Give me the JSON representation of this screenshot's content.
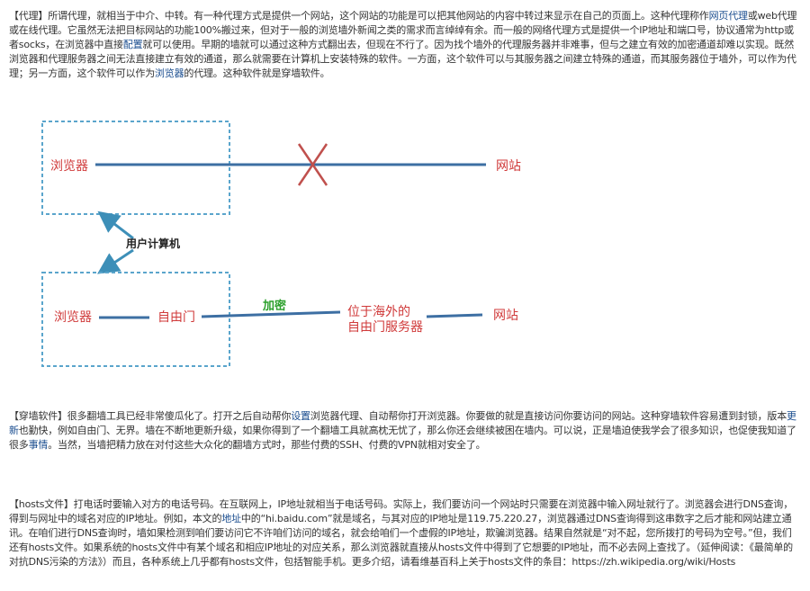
{
  "sections": {
    "proxy": {
      "parts": [
        "【代理】所谓代理，就相当于中介、中转。有一种代理方式是提供一个网站，这个网站的功能是可以把其他网站的内容中转过来显示在自己的页面上。这种代理称作",
        "网页代理",
        "或web代理或在线代理。它虽然无法把目标网站的功能100%搬过来，但对于一般的浏览墙外新闻之类的需求而言绰绰有余。而一般的网络代理方式是提供一个IP地址和端口号，协议通常为http或者socks，在浏览器中直接",
        "配置",
        "就可以使用。早期的墙就可以通过这种方式翻出去，但现在不行了。因为找个墙外的代理服务器并非难事，但与之建立有效的加密通道却难以实现。既然浏览器和代理服务器之间无法直接建立有效的通道，那么就需要在计算机上安装特殊的软件。一方面，这个软件可以与其服务器之间建立特殊的通道，而其服务器位于墙外，可以作为代理；另一方面，这个软件可以作为",
        "浏览器",
        "的代理。这种软件就是穿墙软件。"
      ]
    },
    "diagram": {
      "top_browser": "浏览器",
      "top_site": "网站",
      "user_computer": "用户计算机",
      "bottom_browser": "浏览器",
      "freegate": "自由门",
      "encrypted": "加密",
      "server_line1": "位于海外的",
      "server_line2": "自由门服务器",
      "bottom_site": "网站"
    },
    "circumvention": {
      "parts": [
        "【穿墙软件】很多翻墙工具已经非常傻瓜化了。打开之后自动帮你",
        "设置",
        "浏览器代理、自动帮你打开浏览器。你要做的就是直接访问你要访问的网站。这种穿墙软件容易遭到封锁，版本",
        "更新",
        "也勤快，例如自由门、无界。墙在不断地更新升级，如果你得到了一个翻墙工具就高枕无忧了，那么你还会继续被困在墙内。可以说，正是墙迫使我学会了很多知识，也促使我知道了很多",
        "事情",
        "。当然，当墙把精力放在对付这些大众化的翻墙方式时，那些付费的SSH、付费的VPN就相对安全了。"
      ]
    },
    "hosts": {
      "parts": [
        "【hosts文件】打电话时要输入对方的电话号码。在互联网上，IP地址就相当于电话号码。实际上，我们要访问一个网站时只需要在浏览器中输入网址就行了。浏览器会进行DNS查询，得到与网址中的域名对应的IP地址。例如，本文的",
        "地址",
        "中的“hi.baidu.com”就是域名，与其对应的IP地址是119.75.220.27，浏览器通过DNS查询得到这串数字之后才能和网站建立通讯。在咱们进行DNS查询时，墙如果检测到咱们要访问它不许咱们访问的域名，就会给咱们一个虚假的IP地址，欺骗浏览器。结果自然就是“对不起，您所拨打的号码为空号。”但，我们还有hosts文件。如果系统的hosts文件中有某个域名和相应IP地址的对应关系，那么浏览器就直接从hosts文件中得到了它想要的IP地址，而不必去网上查找了。（延伸阅读：《最简单的对抗DNS污染的方法》）而且，各种系统上几乎都有hosts文件，包括智能手机。更多介绍，请看维基百科上关于hosts文件的条目：https://zh.wikipedia.org/wiki/Hosts"
      ]
    }
  },
  "colors": {
    "label_red": "#d03a3a",
    "line_blue": "#3d6fa3",
    "dash_blue": "#5aa5cc",
    "cross_red": "#c0504d",
    "encrypted_green": "#2ca02c",
    "link_blue": "#1a4d8f"
  },
  "icons": {
    "blocked": "red-x-cross",
    "arrows": "blue-arrow-icon"
  }
}
